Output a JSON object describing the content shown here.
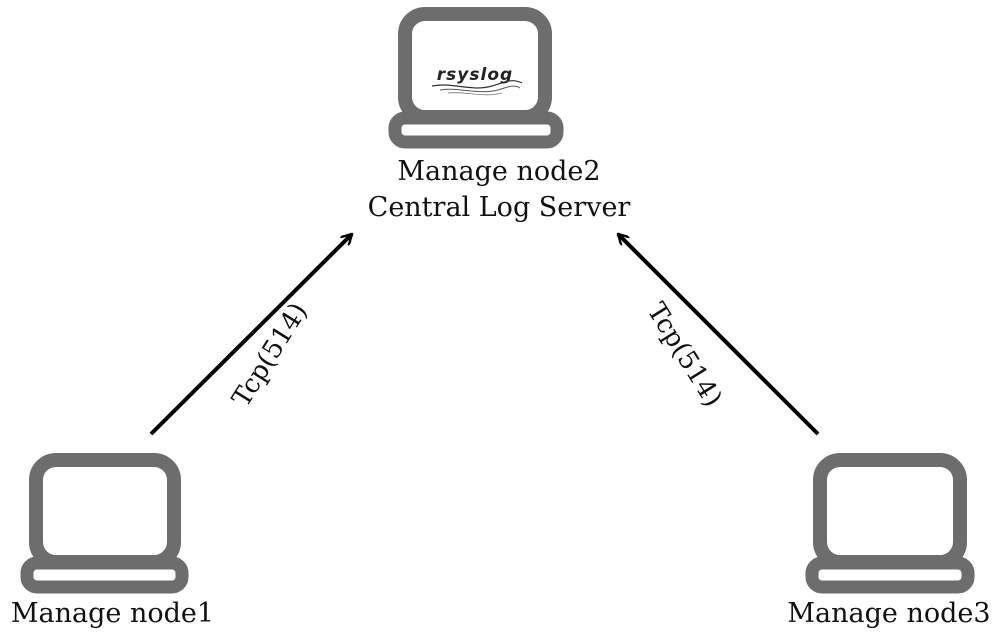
{
  "nodes": {
    "center": {
      "title": "Manage node2",
      "subtitle": "Central Log Server",
      "logo_text": "rsyslog"
    },
    "left": {
      "title": "Manage node1"
    },
    "right": {
      "title": "Manage node3"
    }
  },
  "edges": {
    "left_to_center": "Tcp(514)",
    "right_to_center": "Tcp(514)"
  },
  "colors": {
    "laptop": "#6d6d6d",
    "arrow": "#000000",
    "text": "#111111"
  }
}
